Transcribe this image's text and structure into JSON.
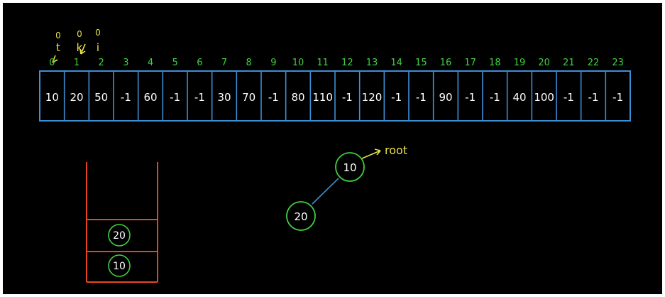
{
  "colors": {
    "board": "#000000",
    "array": "#3d8fd4",
    "index": "#3fd23f",
    "pointer": "#e8e04a",
    "stack": "#e8441f",
    "node": "#3fd23f",
    "edge": "#3d8fd4",
    "text": "#ffffff"
  },
  "pointers": {
    "labels": [
      "t",
      "k",
      "i"
    ],
    "values": [
      "0",
      "0",
      "0"
    ]
  },
  "array": {
    "indices": [
      "0",
      "1",
      "2",
      "3",
      "4",
      "5",
      "6",
      "7",
      "8",
      "9",
      "10",
      "11",
      "12",
      "13",
      "14",
      "15",
      "16",
      "17",
      "18",
      "19",
      "20",
      "21",
      "22",
      "23"
    ],
    "values": [
      "10",
      "20",
      "50",
      "-1",
      "60",
      "-1",
      "-1",
      "30",
      "70",
      "-1",
      "80",
      "110",
      "-1",
      "120",
      "-1",
      "-1",
      "90",
      "-1",
      "-1",
      "40",
      "100",
      "-1",
      "-1",
      "-1"
    ]
  },
  "stack": {
    "items": [
      "20",
      "10"
    ]
  },
  "tree": {
    "root_value": "10",
    "child_value": "20",
    "root_label": "root"
  }
}
